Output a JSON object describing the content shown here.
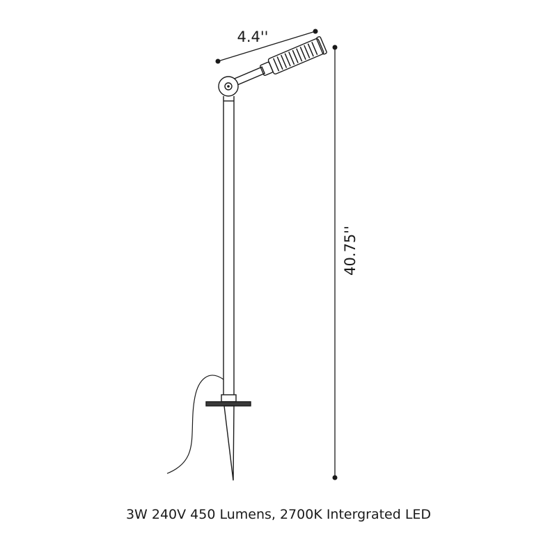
{
  "dimensions": {
    "width_label": "4.4''",
    "height_label": "40.75''"
  },
  "caption": "3W 240V 450 Lumens, 2700K Intergrated LED",
  "colors": {
    "line": "#1a1a1a",
    "background": "#ffffff"
  }
}
